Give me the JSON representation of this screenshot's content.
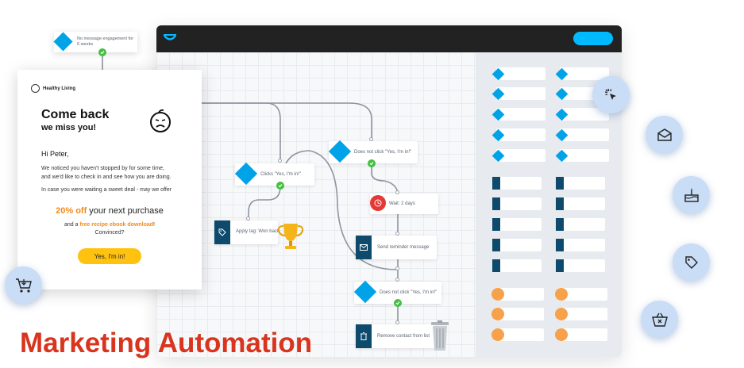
{
  "note": {
    "text": "No message engagement for 6 weeks"
  },
  "email": {
    "brand": "Healthy Living",
    "title": "Come back",
    "subtitle": "we miss you!",
    "greeting": "Hi Peter,",
    "body_line_1": "We noticed you haven't stopped by for some time,",
    "body_line_2": "and we'd like to check in and see how you are doing.",
    "body_line_3": "In case you were waiting a sweet deal - may we offer",
    "offer_highlight": "20% off",
    "offer_rest": " your next purchase",
    "bonus_prefix": "and a ",
    "bonus_highlight": "free recipe ebook download",
    "bonus_suffix": "!",
    "convinced": "Convinced?",
    "cta_label": "Yes, I'm in!"
  },
  "flow": {
    "clicks_label": "Clicks \"Yes, I'm in!\"",
    "not_click_1_label": "Does not click \"Yes, I'm in!\"",
    "apply_tag_label": "Apply tag: Won back",
    "wait_label": "Wait: 2 days",
    "reminder_label": "Send reminder message",
    "not_click_2_label": "Does not click \"Yes, I'm in!\"",
    "remove_label": "Remove contact from list"
  },
  "headline": "Marketing Automation",
  "colors": {
    "accent_blue": "#00a2e8",
    "header_button": "#00baff",
    "navy": "#0d4a6b",
    "orange": "#f7a14a",
    "headline_red": "#d9341d",
    "cta_yellow": "#ffc20e",
    "offer_orange": "#f28b1a"
  },
  "icons": [
    "cursor-click-icon",
    "envelope-icon",
    "cake-icon",
    "tag-icon",
    "basket-remove-icon",
    "cart-icon",
    "trophy-icon",
    "trash-icon",
    "sad-face-icon",
    "clock-icon"
  ]
}
